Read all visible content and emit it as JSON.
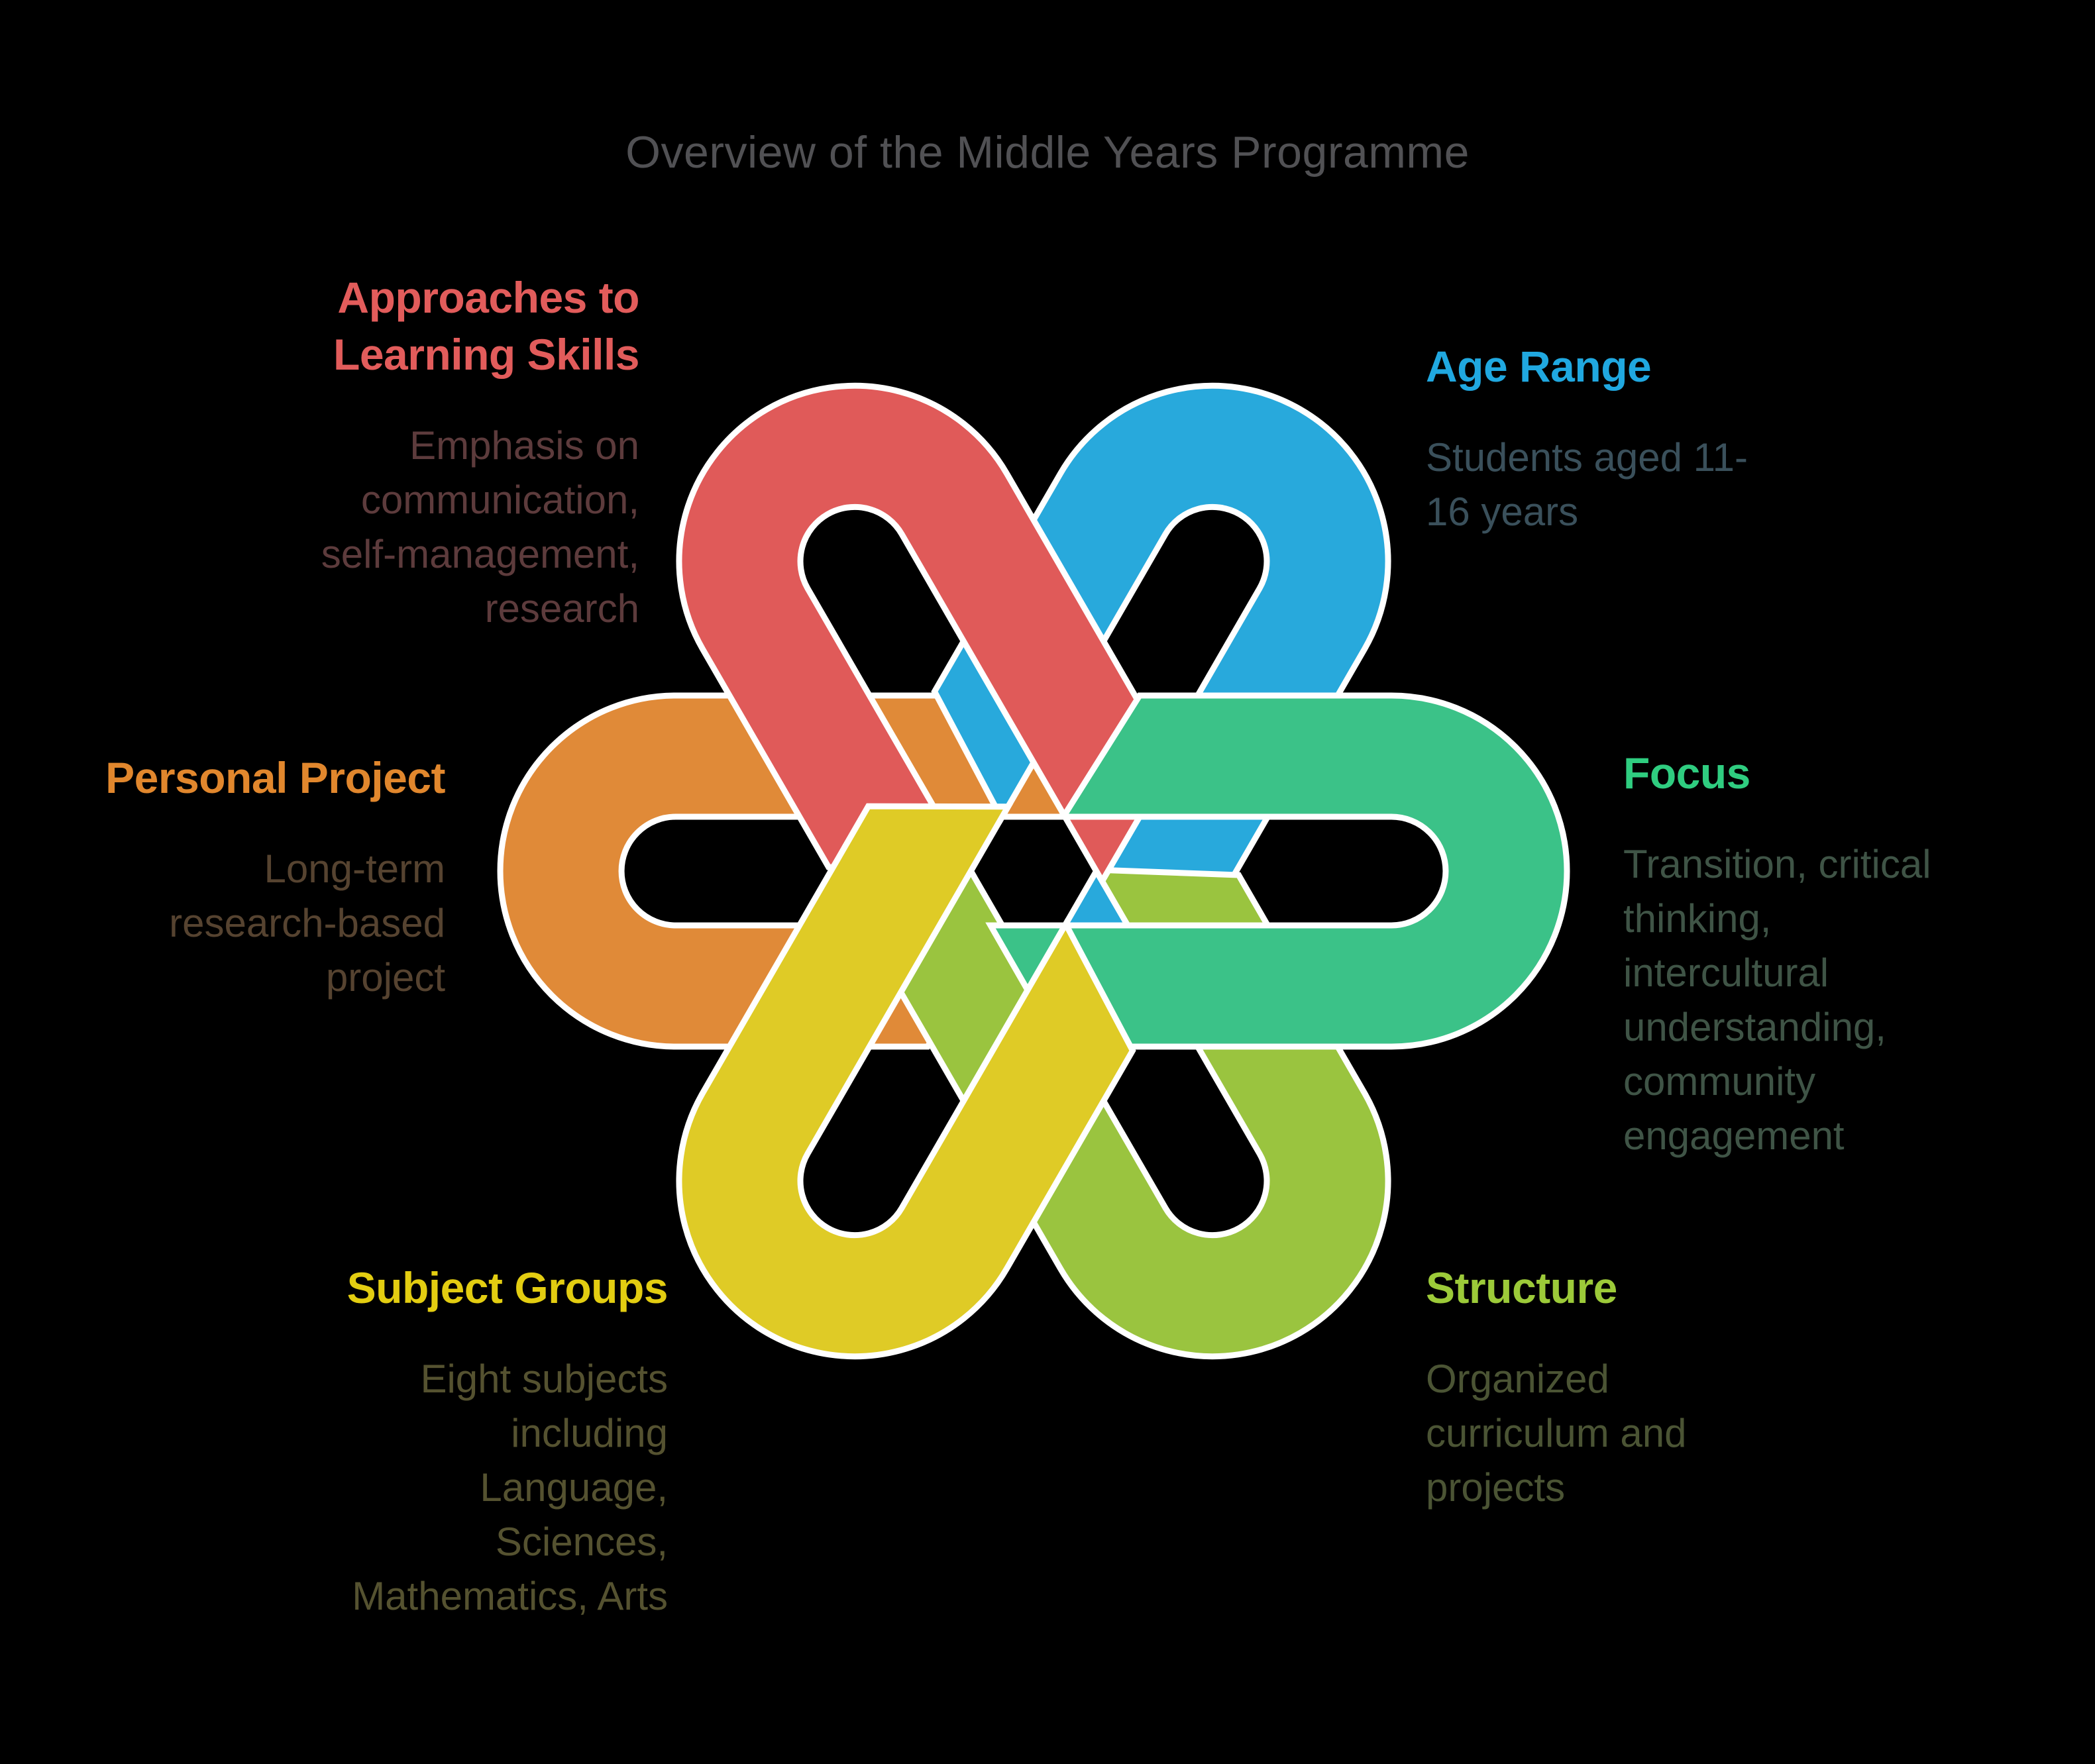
{
  "title": {
    "text": "Overview of the Middle Years Programme",
    "color": "#515154"
  },
  "background_color": "#000000",
  "knot": {
    "description": "six-loop-interlaced-star-knot",
    "outline_color": "#ffffff",
    "colors": {
      "red": "#E05A59",
      "blue": "#28A9DC",
      "green": "#3BC288",
      "olive": "#9AC43F",
      "yellow": "#DFCB26",
      "orange": "#E08A38"
    }
  },
  "sections": [
    {
      "id": "approaches",
      "heading": "Approaches to\nLearning Skills",
      "body": "Emphasis on\ncommunication,\nself-management,\nresearch",
      "heading_color": "#E25C5B",
      "body_color": "#5D3B3C"
    },
    {
      "id": "age-range",
      "heading": "Age Range",
      "body": "Students aged 11-\n16 years",
      "heading_color": "#20A8E0",
      "body_color": "#3A505B"
    },
    {
      "id": "focus",
      "heading": "Focus",
      "body": "Transition, critical\nthinking,\nintercultural\nunderstanding,\ncommunity\nengagement",
      "heading_color": "#2FCD80",
      "body_color": "#3F5446"
    },
    {
      "id": "personal-project",
      "heading": "Personal Project",
      "body": "Long-term\nresearch-based\nproject",
      "heading_color": "#E1872D",
      "body_color": "#564330"
    },
    {
      "id": "structure",
      "heading": "Structure",
      "body": "Organized\ncurriculum and\nprojects",
      "heading_color": "#9CCA39",
      "body_color": "#4B5434"
    },
    {
      "id": "subject-groups",
      "heading": "Subject Groups",
      "body": "Eight subjects\nincluding\nLanguage,\nSciences,\nMathematics, Arts",
      "heading_color": "#E3CD11",
      "body_color": "#555230"
    }
  ]
}
